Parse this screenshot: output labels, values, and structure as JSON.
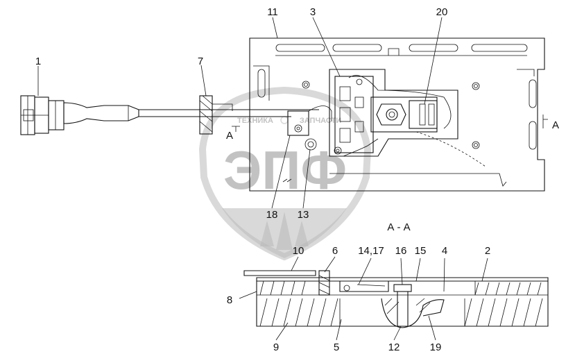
{
  "section_title": "А - А",
  "section_marker": "А",
  "watermark": {
    "letters": "ЭПФ",
    "brand": "ТЕХНИКА",
    "brand2": "ЗАПЧАСТИ"
  },
  "callouts": {
    "c1": "1",
    "c2": "2",
    "c3": "3",
    "c4": "4",
    "c5": "5",
    "c6": "6",
    "c7": "7",
    "c8": "8",
    "c9": "9",
    "c10": "10",
    "c11": "11",
    "c12": "12",
    "c13": "13",
    "c14_17": "14,17",
    "c15": "15",
    "c16": "16",
    "c18": "18",
    "c19": "19",
    "c20": "20"
  }
}
